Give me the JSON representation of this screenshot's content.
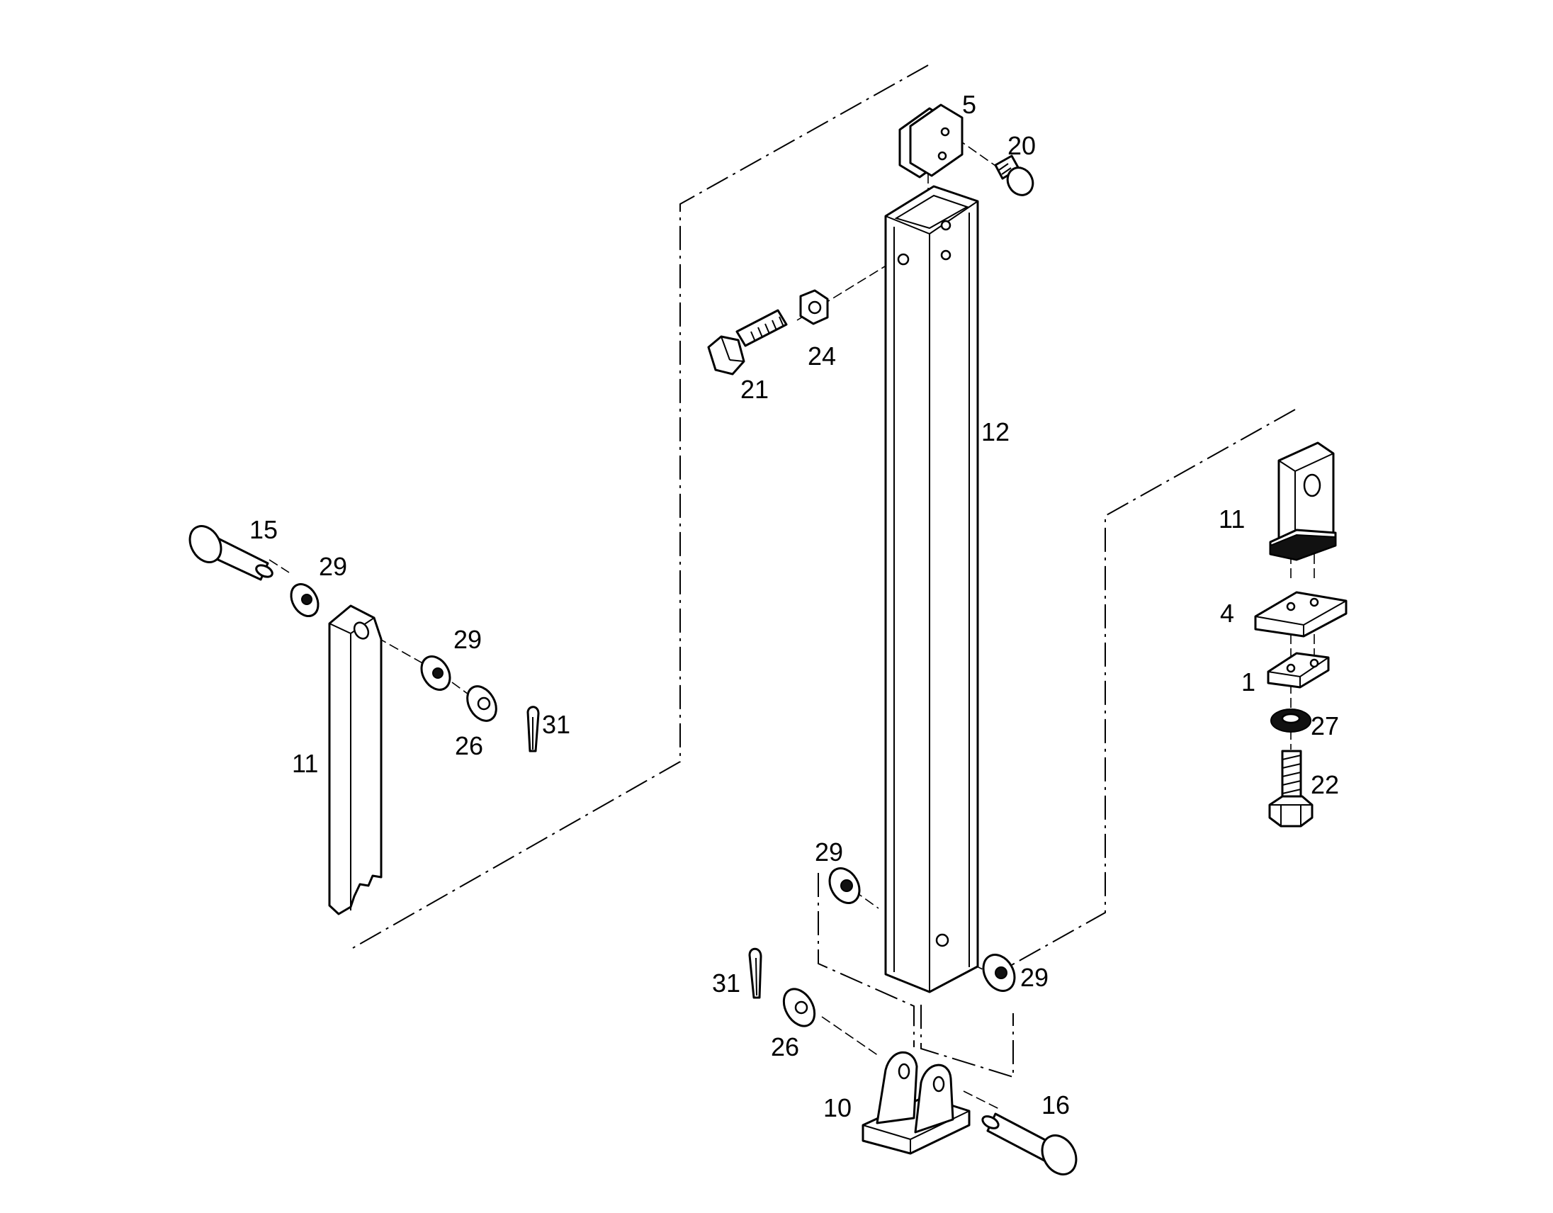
{
  "diagram": {
    "labels": {
      "p5": "5",
      "p20": "20",
      "p21": "21",
      "p24": "24",
      "p12": "12",
      "p15": "15",
      "p29_top": "29",
      "p29_mid": "29",
      "p26_left": "26",
      "p31_left": "31",
      "p11_left": "11",
      "p11_right": "11",
      "p4": "4",
      "p1": "1",
      "p27": "27",
      "p22": "22",
      "p29_bottom_left": "29",
      "p29_bottom_right": "29",
      "p31_bottom": "31",
      "p26_bottom": "26",
      "p10": "10",
      "p16": "16"
    }
  }
}
